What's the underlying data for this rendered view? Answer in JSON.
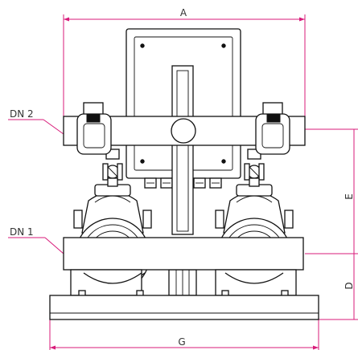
{
  "labels": {
    "A": "A",
    "G": "G",
    "DN2": "DN 2",
    "DN1": "DN 1",
    "E": "E",
    "D": "D"
  },
  "colors": {
    "dimension_line": "#d81b7a",
    "ink": "#111111"
  }
}
